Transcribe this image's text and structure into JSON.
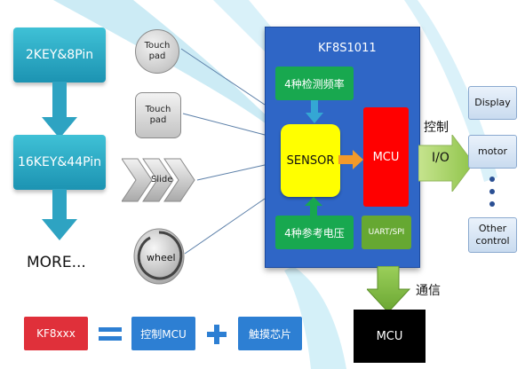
{
  "left": {
    "box1": "2KEY&8Pin",
    "box2": "16KEY&44Pin",
    "more": "MORE..."
  },
  "inputs": {
    "touch_pad_1": [
      "Touch",
      "pad"
    ],
    "touch_pad_2": [
      "Touch",
      "pad"
    ],
    "slide": "Slide",
    "wheel": "wheel"
  },
  "chip": {
    "title": "KF8S1011",
    "freq": "4种检测频率",
    "sensor": "SENSOR",
    "mcu": "MCU",
    "vref": "4种参考电压",
    "uart": "UART/SPI"
  },
  "outputs": {
    "control_label": "控制",
    "io_label": "I/O",
    "display": "Display",
    "motor": "motor",
    "other": [
      "Other",
      "control"
    ]
  },
  "comm": {
    "label": "通信",
    "mcu": "MCU"
  },
  "equation": {
    "kf8xxx": "KF8xxx",
    "ctrl_mcu": "控制MCU",
    "touch_chip": "触摸芯片"
  },
  "colors": {
    "chip_blue": "#2f66c6",
    "sensor_yellow": "#ffff00",
    "mcu_red": "#ff0000",
    "green": "#18a84f",
    "teal": "#1c93b2"
  }
}
